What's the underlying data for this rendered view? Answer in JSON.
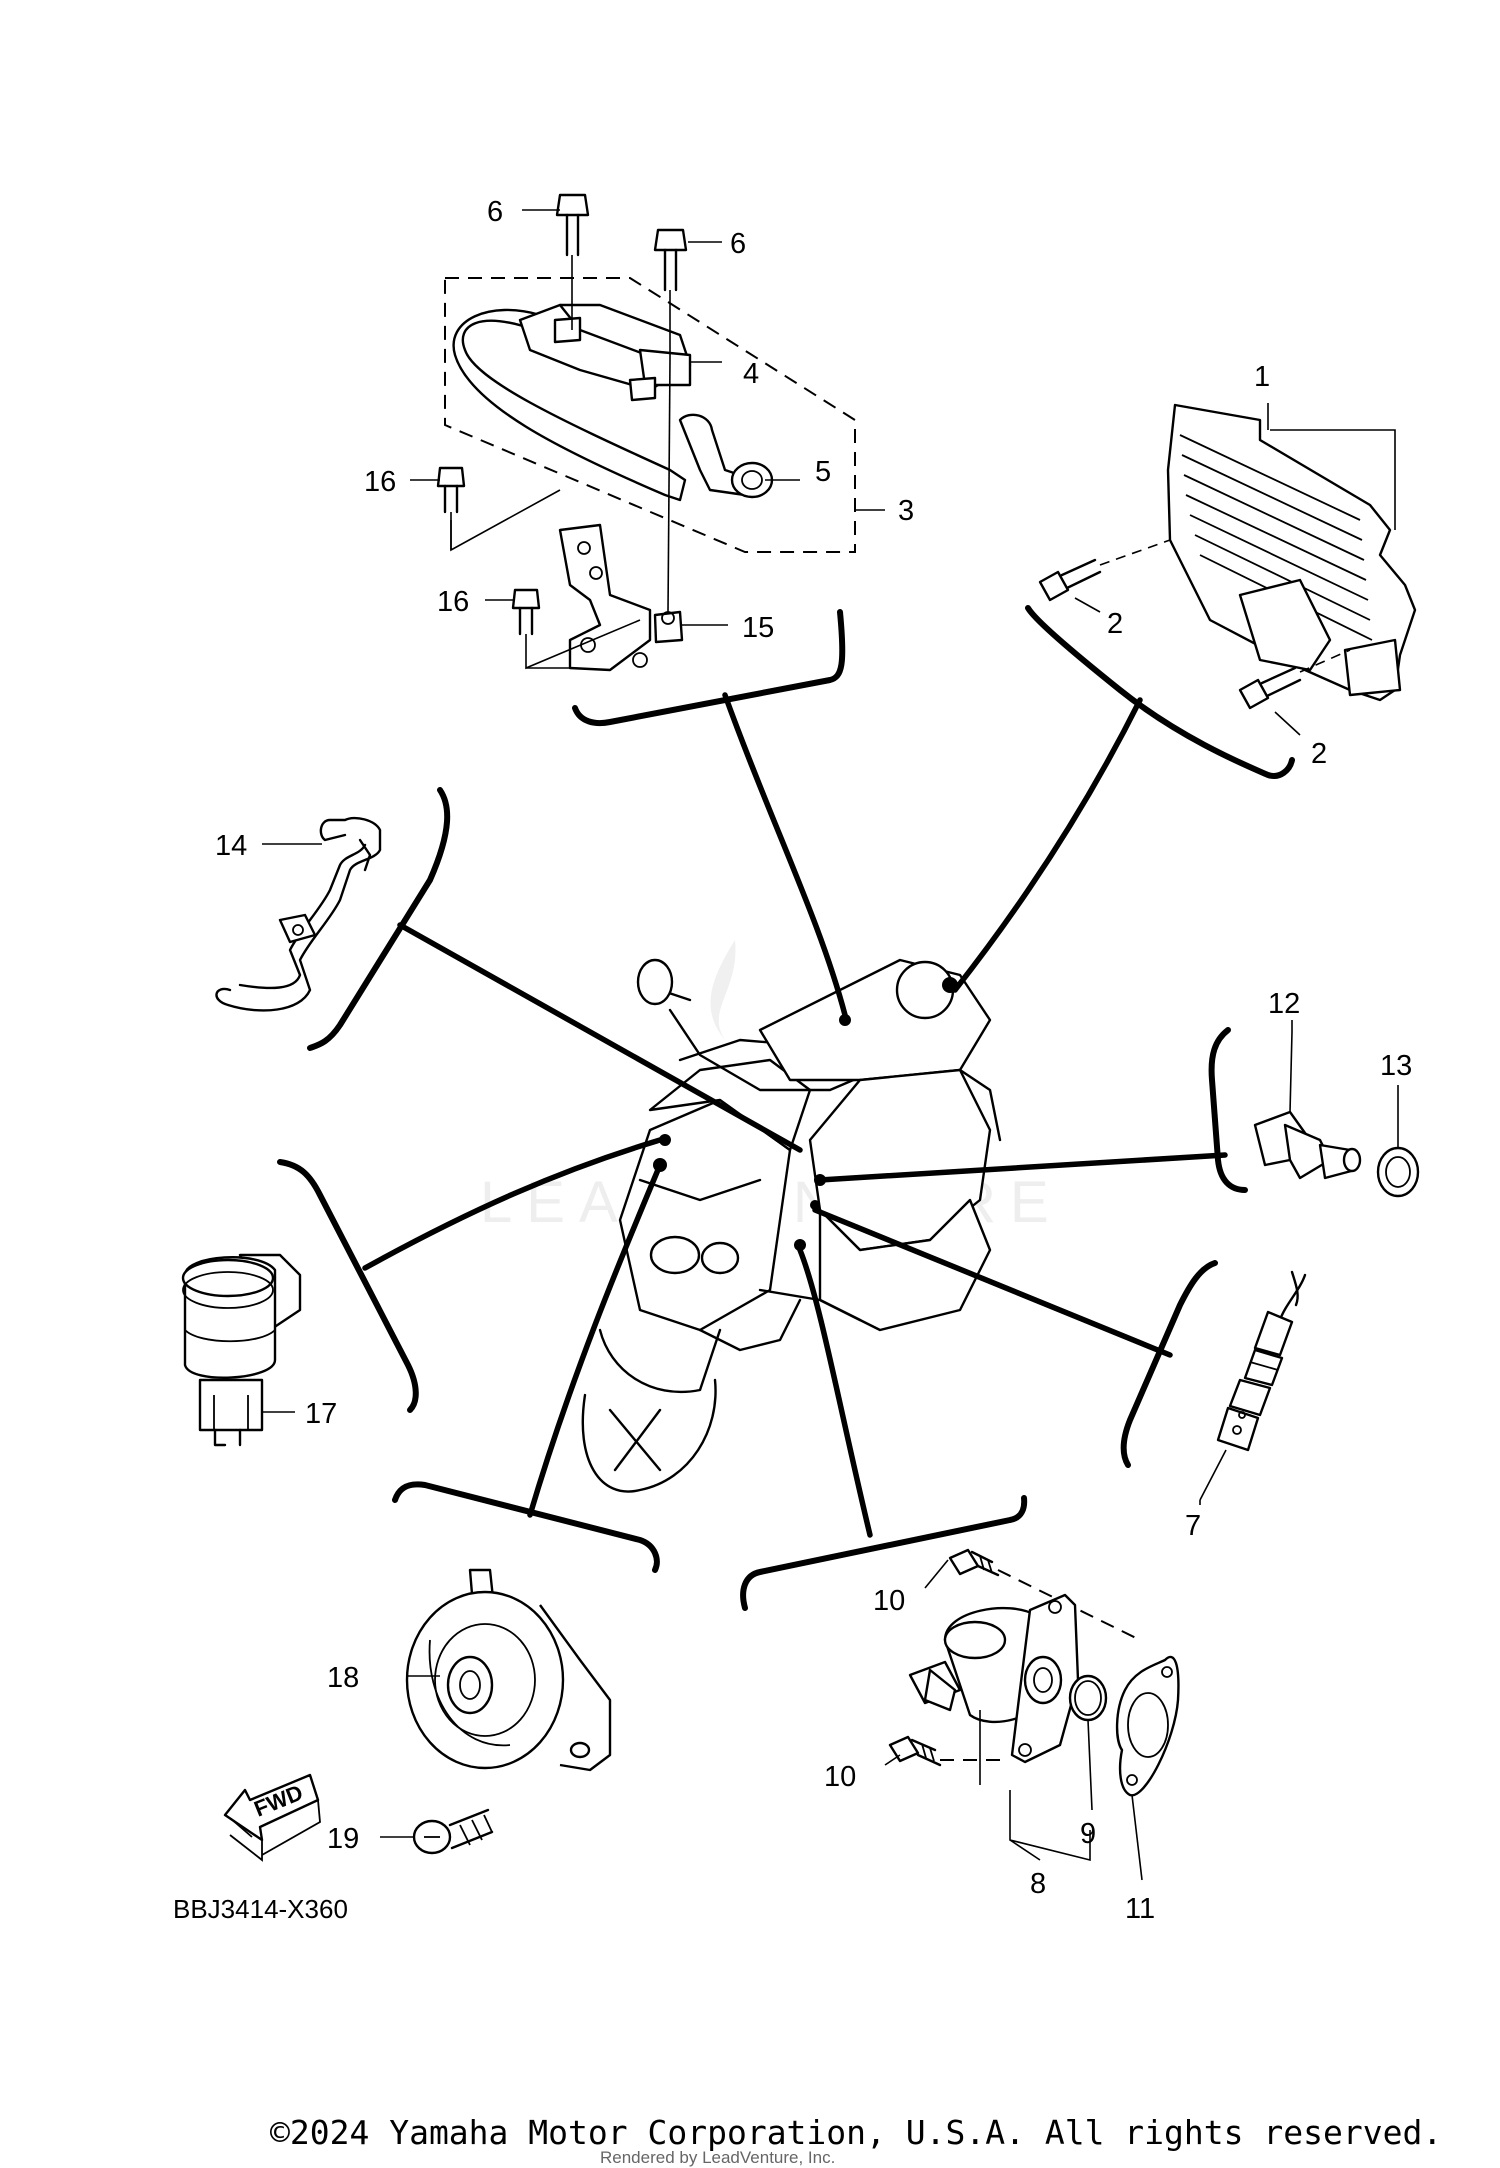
{
  "callouts": {
    "c1": "1",
    "c2a": "2",
    "c2b": "2",
    "c3": "3",
    "c4": "4",
    "c5": "5",
    "c6a": "6",
    "c6b": "6",
    "c7": "7",
    "c8": "8",
    "c9": "9",
    "c10a": "10",
    "c10b": "10",
    "c11": "11",
    "c12": "12",
    "c13": "13",
    "c14": "14",
    "c15": "15",
    "c16a": "16",
    "c16b": "16",
    "c17": "17",
    "c18": "18",
    "c19": "19"
  },
  "fwd_label": "FWD",
  "diagram_code": "BBJ3414-X360",
  "watermark": "LEADVENTURE",
  "copyright": "©2024 Yamaha Motor Corporation, U.S.A. All rights reserved.",
  "rendered_by": "Rendered by LeadVenture, Inc."
}
